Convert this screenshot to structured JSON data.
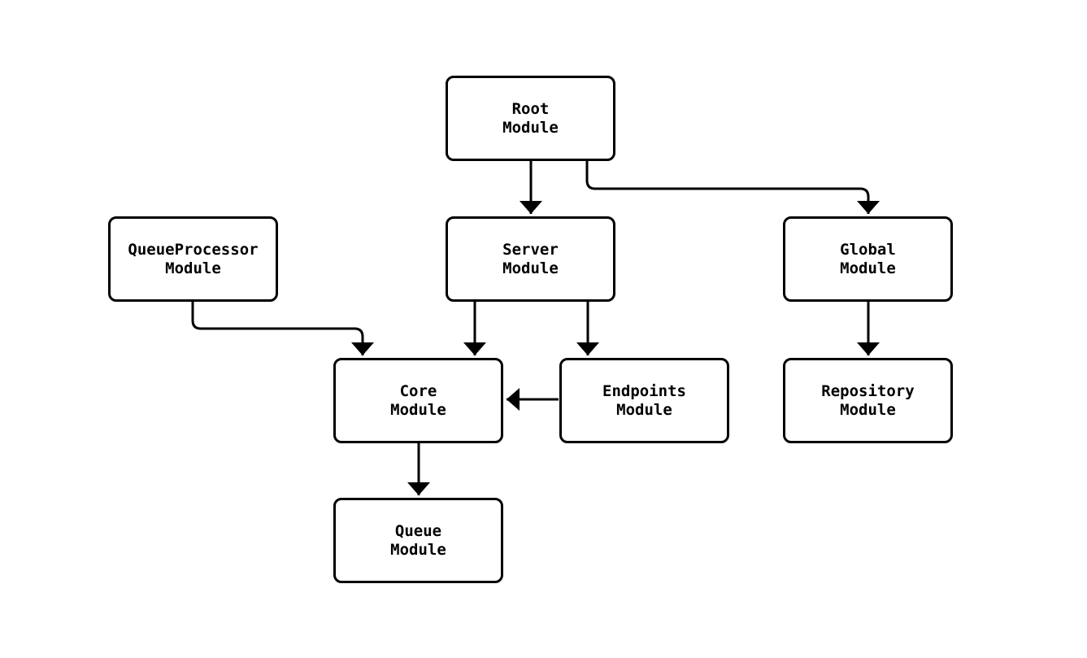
{
  "diagram": {
    "type": "flowchart",
    "background_color": "#ffffff",
    "node_fill_color": "#ffffff",
    "node_border_color": "#000000",
    "edge_color": "#000000",
    "text_color": "#000000",
    "nodes": [
      {
        "id": "root",
        "line1": "Root",
        "line2": "Module"
      },
      {
        "id": "queueprocessor",
        "line1": "QueueProcessor",
        "line2": "Module"
      },
      {
        "id": "server",
        "line1": "Server",
        "line2": "Module"
      },
      {
        "id": "global",
        "line1": "Global",
        "line2": "Module"
      },
      {
        "id": "core",
        "line1": "Core",
        "line2": "Module"
      },
      {
        "id": "endpoints",
        "line1": "Endpoints",
        "line2": "Module"
      },
      {
        "id": "repository",
        "line1": "Repository",
        "line2": "Module"
      },
      {
        "id": "queue",
        "line1": "Queue",
        "line2": "Module"
      }
    ],
    "edges": [
      {
        "from": "Root Module",
        "to": "Server Module"
      },
      {
        "from": "Root Module",
        "to": "Global Module"
      },
      {
        "from": "QueueProcessor Module",
        "to": "Core Module"
      },
      {
        "from": "Server Module",
        "to": "Core Module"
      },
      {
        "from": "Server Module",
        "to": "Endpoints Module"
      },
      {
        "from": "Endpoints Module",
        "to": "Core Module"
      },
      {
        "from": "Global Module",
        "to": "Repository Module"
      },
      {
        "from": "Core Module",
        "to": "Queue Module"
      }
    ]
  }
}
